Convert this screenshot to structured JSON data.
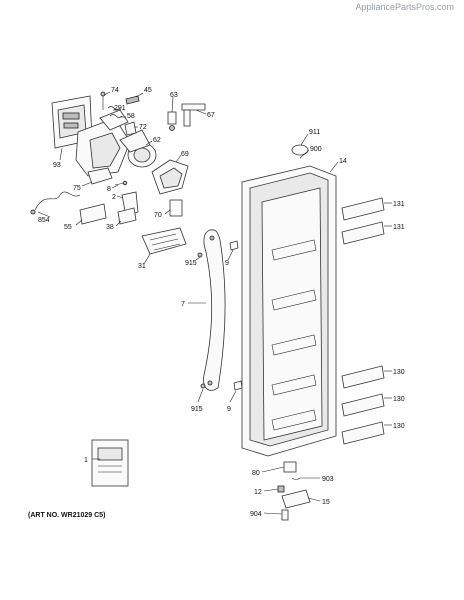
{
  "watermark": "AppliancePartsPros.com",
  "art_number": "(ART NO. WR21029 C5)",
  "labels": {
    "l74": "74",
    "l45": "45",
    "l291": "291",
    "l58": "58",
    "l63": "63",
    "l67": "67",
    "l72": "72",
    "l62": "62",
    "l93": "93",
    "l69": "69",
    "l911": "911",
    "l900": "900",
    "l14": "14",
    "l75": "75",
    "l8": "8",
    "l2": "2",
    "l70": "70",
    "l854": "854",
    "l55": "55",
    "l38": "38",
    "l131a": "131",
    "l131b": "131",
    "l31": "31",
    "l915a": "915",
    "l9a": "9",
    "l7": "7",
    "l130a": "130",
    "l130b": "130",
    "l130c": "130",
    "l915b": "915",
    "l9b": "9",
    "l1": "1",
    "l80": "80",
    "l903": "903",
    "l12": "12",
    "l15": "15",
    "l904": "904"
  }
}
